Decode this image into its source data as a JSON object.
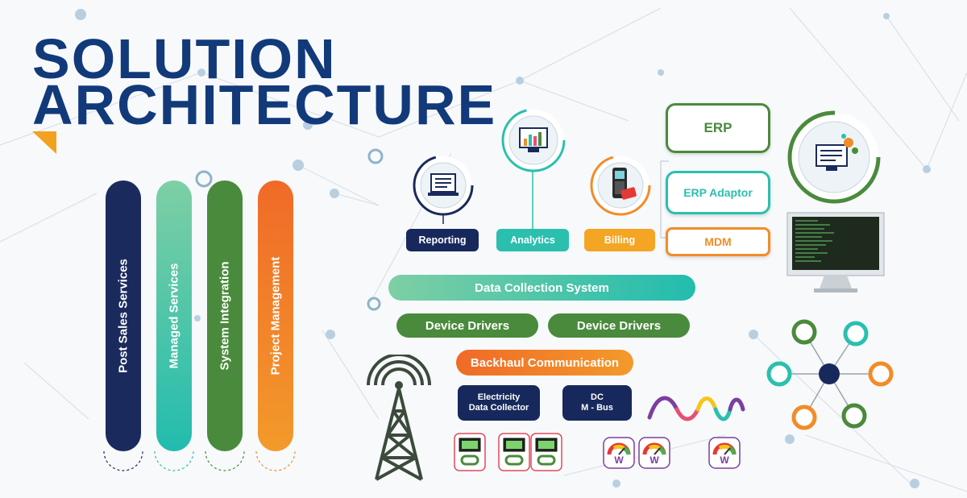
{
  "title": {
    "line1": "SOLUTION",
    "line2": "ARCHITECTURE"
  },
  "services": [
    {
      "label": "Post Sales Services",
      "color": "#1b2a5c"
    },
    {
      "label": "Managed Services",
      "color": "#3cbfa6"
    },
    {
      "label": "System Integration",
      "color": "#4a8a3c"
    },
    {
      "label": "Project Management",
      "color": "#f07a26"
    }
  ],
  "apps": {
    "reporting": "Reporting",
    "analytics": "Analytics",
    "billing": "Billing"
  },
  "enterprise": {
    "erp": "ERP",
    "erp_adaptor": "ERP Adaptor",
    "mdm": "MDM"
  },
  "layers": {
    "data_collection": "Data Collection System",
    "device_drivers_1": "Device Drivers",
    "device_drivers_2": "Device Drivers",
    "backhaul": "Backhaul Communication"
  },
  "collectors": {
    "electricity_line1": "Electricity",
    "electricity_line2": "Data Collector",
    "dc_line1": "DC",
    "dc_line2": "M - Bus"
  },
  "meters": {
    "water_symbol": "W"
  },
  "colors": {
    "navy": "#17295c",
    "teal": "#2bbfae",
    "green": "#4a8a3c",
    "orange": "#f28c28",
    "title": "#123a7a"
  }
}
